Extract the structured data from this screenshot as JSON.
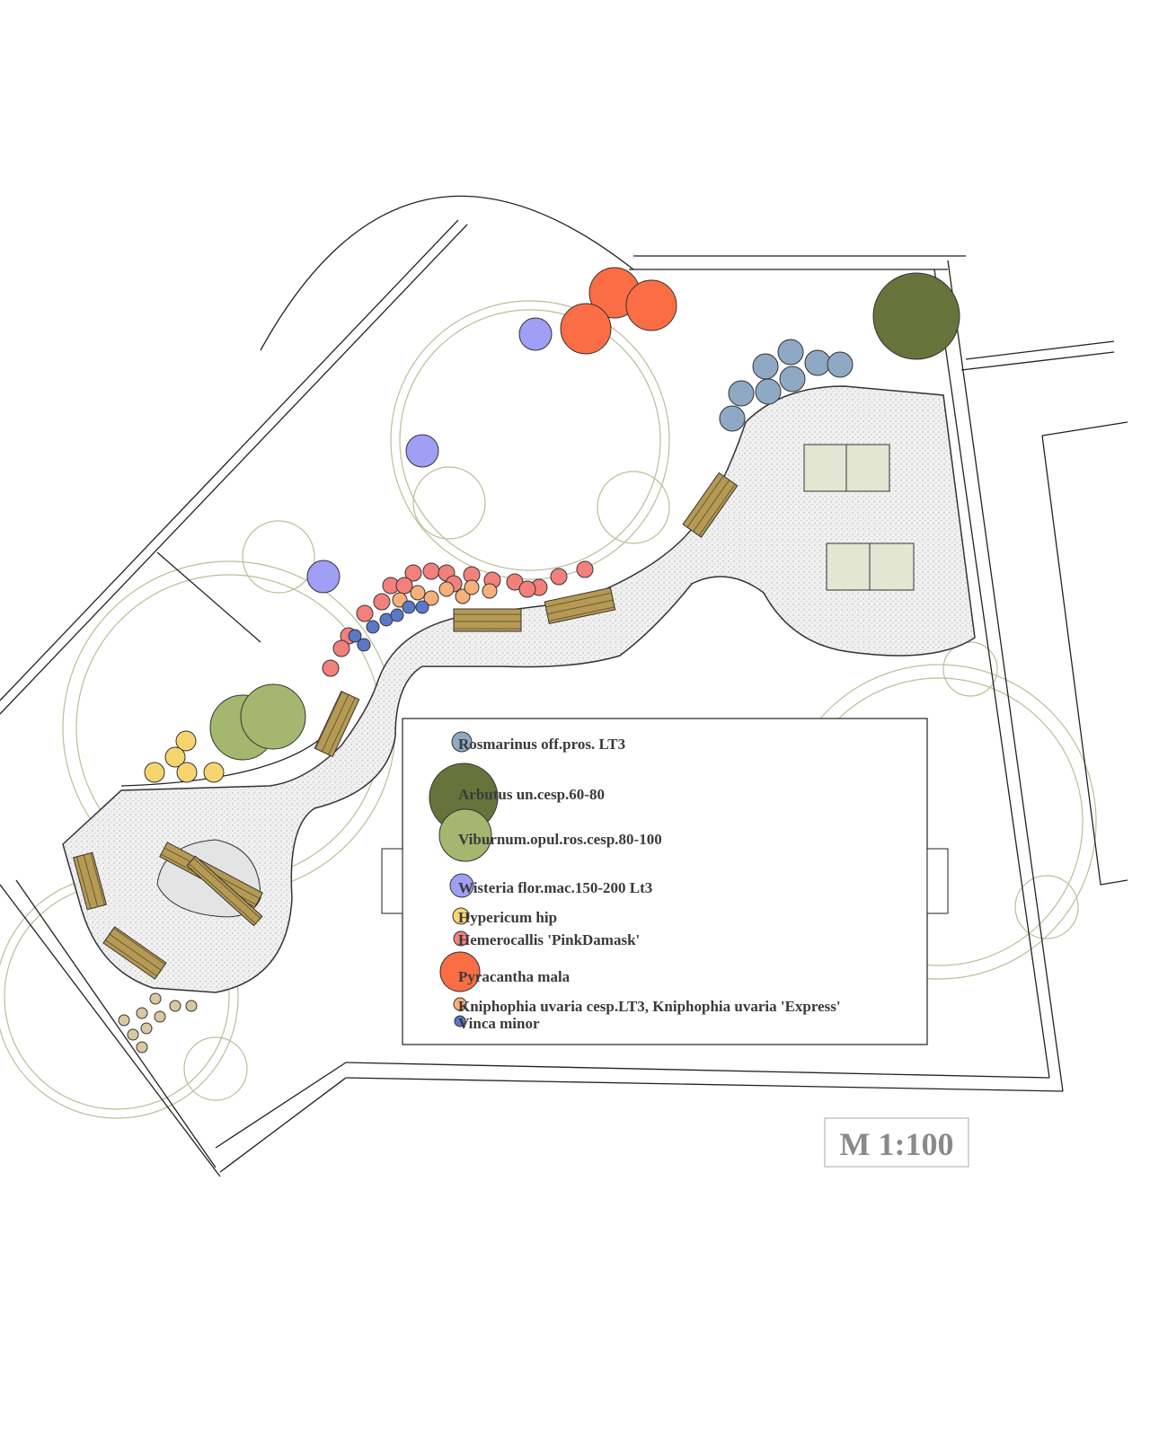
{
  "plan": {
    "scale_label": "M 1:100",
    "legend": [
      {
        "name": "Rosmarinus off.pros. LT3",
        "color": "#8fa9c4"
      },
      {
        "name": "Arbutus un.cesp.60-80",
        "color": "#66733a"
      },
      {
        "name": "Viburnum.opul.ros.cesp.80-100",
        "color": "#a3b76e"
      },
      {
        "name": "Wisteria flor.mac.150-200 Lt3",
        "color": "#9f9ff5"
      },
      {
        "name": "Hypericum hip",
        "color": "#f7d56e"
      },
      {
        "name": "Hemerocallis 'PinkDamask'",
        "color": "#f2807c"
      },
      {
        "name": "Pyracantha mala",
        "color": "#fa6d45"
      },
      {
        "name": "Kniphophia uvaria cesp.LT3, Kniphophia uvaria 'Express'",
        "color": "#f7b07a"
      },
      {
        "name": "Vinca minor",
        "color": "#5a78c8"
      }
    ]
  }
}
